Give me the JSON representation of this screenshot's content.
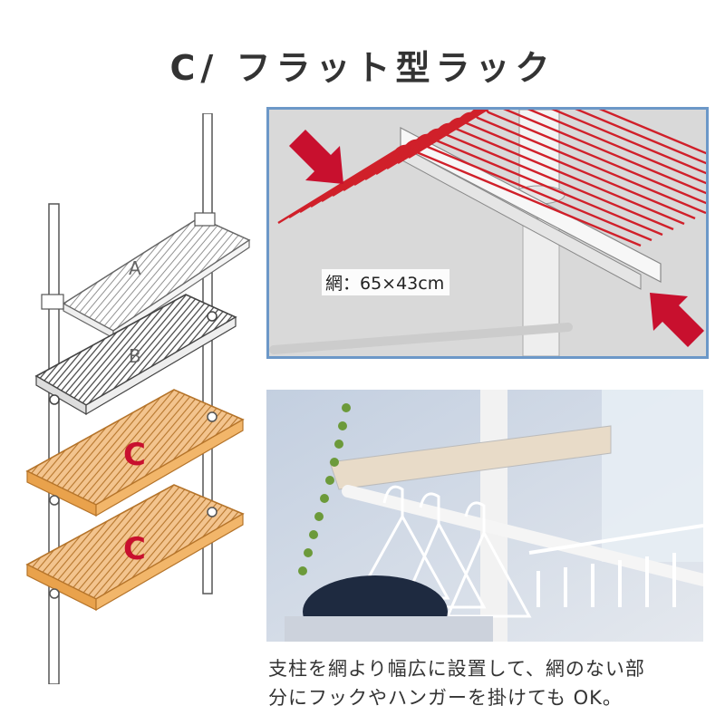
{
  "title": "C/ フラット型ラック",
  "diagram": {
    "shelf_labels": [
      "A",
      "B",
      "C",
      "C"
    ],
    "colors": {
      "outline": "#555555",
      "highlight_fill": "#f3c48e",
      "highlight_stroke": "#d48a2a",
      "label_accent": "#c8102e"
    }
  },
  "detail": {
    "mesh_label": "網：65×43cm",
    "colors": {
      "wire": "#d0202a",
      "arrow": "#c8102e",
      "border": "#6c98c8"
    }
  },
  "photo": {},
  "caption": {
    "line1": "支柱を網より幅広に設置して、網のない部",
    "line2": "分にフックやハンガーを掛けても OK。"
  }
}
